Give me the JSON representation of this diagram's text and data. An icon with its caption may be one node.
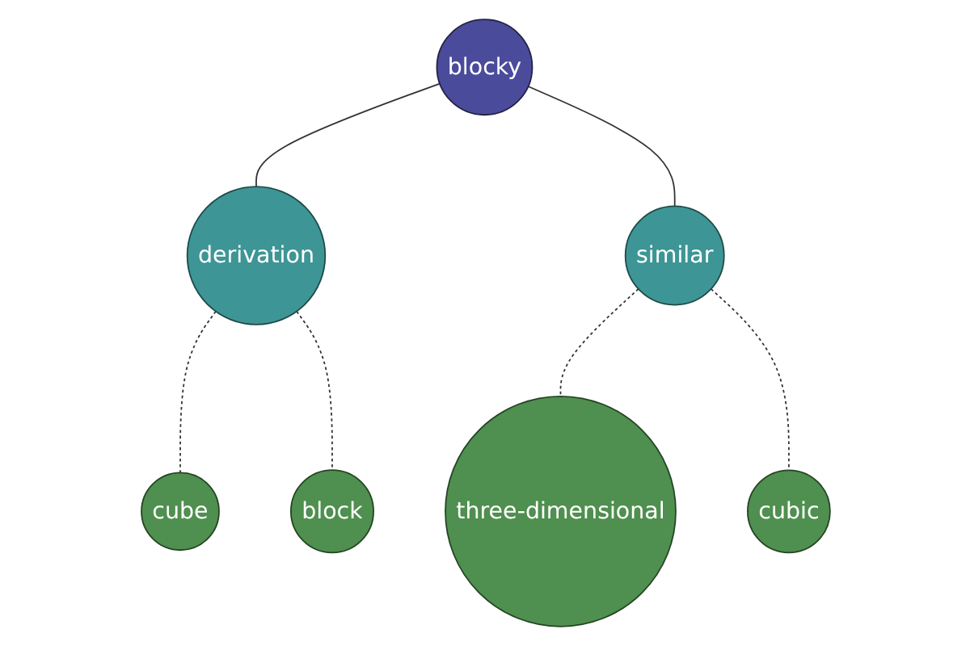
{
  "diagram": {
    "nodes": [
      {
        "text": [
          "blocky"
        ]
      },
      {
        "text": [
          "derivation"
        ]
      },
      {
        "text": [
          "similar"
        ]
      },
      {
        "text": [
          "cube"
        ]
      },
      {
        "text": [
          "block"
        ]
      },
      {
        "text": [
          "three-dimensional"
        ]
      },
      {
        "text": [
          "cubic"
        ]
      }
    ],
    "edges": [
      {
        "from": 0,
        "to": 1,
        "arrow": "none"
      },
      {
        "from": 0,
        "to": 2,
        "arrow": "none"
      },
      {
        "from": 1,
        "to": 3,
        "arrow": "none",
        "style": "dashed"
      },
      {
        "from": 1,
        "to": 4,
        "arrow": "none",
        "style": "dashed"
      },
      {
        "from": 2,
        "to": 5,
        "arrow": "none",
        "style": "dashed"
      },
      {
        "from": 2,
        "to": 6,
        "arrow": "none",
        "style": "dashed"
      }
    ]
  }
}
